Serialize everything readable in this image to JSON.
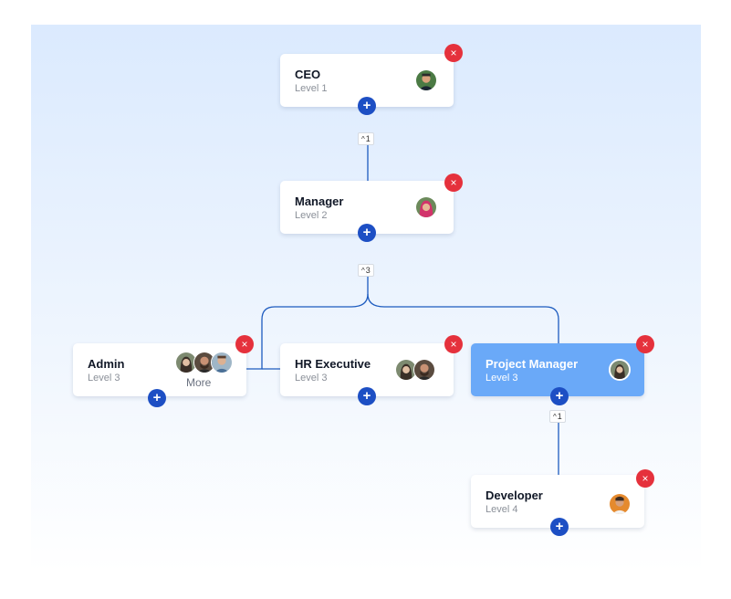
{
  "nodes": {
    "ceo": {
      "title": "CEO",
      "level": "Level 1",
      "child_count": "1",
      "add_label": "+",
      "remove_label": "×"
    },
    "manager": {
      "title": "Manager",
      "level": "Level 2",
      "child_count": "3",
      "add_label": "+",
      "remove_label": "×"
    },
    "admin": {
      "title": "Admin",
      "level": "Level 3",
      "more_label": "More",
      "add_label": "+",
      "remove_label": "×"
    },
    "hr_executive": {
      "title": "HR Executive",
      "level": "Level 3",
      "add_label": "+",
      "remove_label": "×"
    },
    "project_manager": {
      "title": "Project Manager",
      "level": "Level 3",
      "child_count": "1",
      "add_label": "+",
      "remove_label": "×"
    },
    "developer": {
      "title": "Developer",
      "level": "Level 4",
      "add_label": "+",
      "remove_label": "×"
    }
  },
  "toggle_icon": "^",
  "icons": {
    "add": "plus-icon",
    "remove": "close-icon",
    "collapse": "chevron-up-icon"
  },
  "colors": {
    "connector": "#1d5bbf",
    "add_button": "#1d4fc4",
    "remove_button": "#e5313c",
    "highlight_card": "#6aa9f8"
  }
}
